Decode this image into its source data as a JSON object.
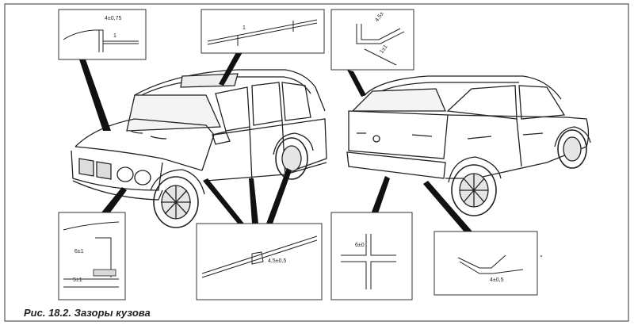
{
  "caption": "Рис. 18.2. Зазоры кузова",
  "dimensions": {
    "inset1_gap": "4±0,75",
    "inset1_offset": "1",
    "inset2_gap": "1",
    "inset3_gap": "4,5±",
    "inset3_offset": "1±1",
    "inset4_gap1": "6±1",
    "inset4_gap2": "5±1",
    "inset5_gap": "4,5±0,5",
    "inset6_gap": "6±0",
    "inset7_gap": "4±0,5"
  },
  "colors": {
    "line": "#222222",
    "frame": "#555555",
    "shade": "#d8d8d8"
  }
}
